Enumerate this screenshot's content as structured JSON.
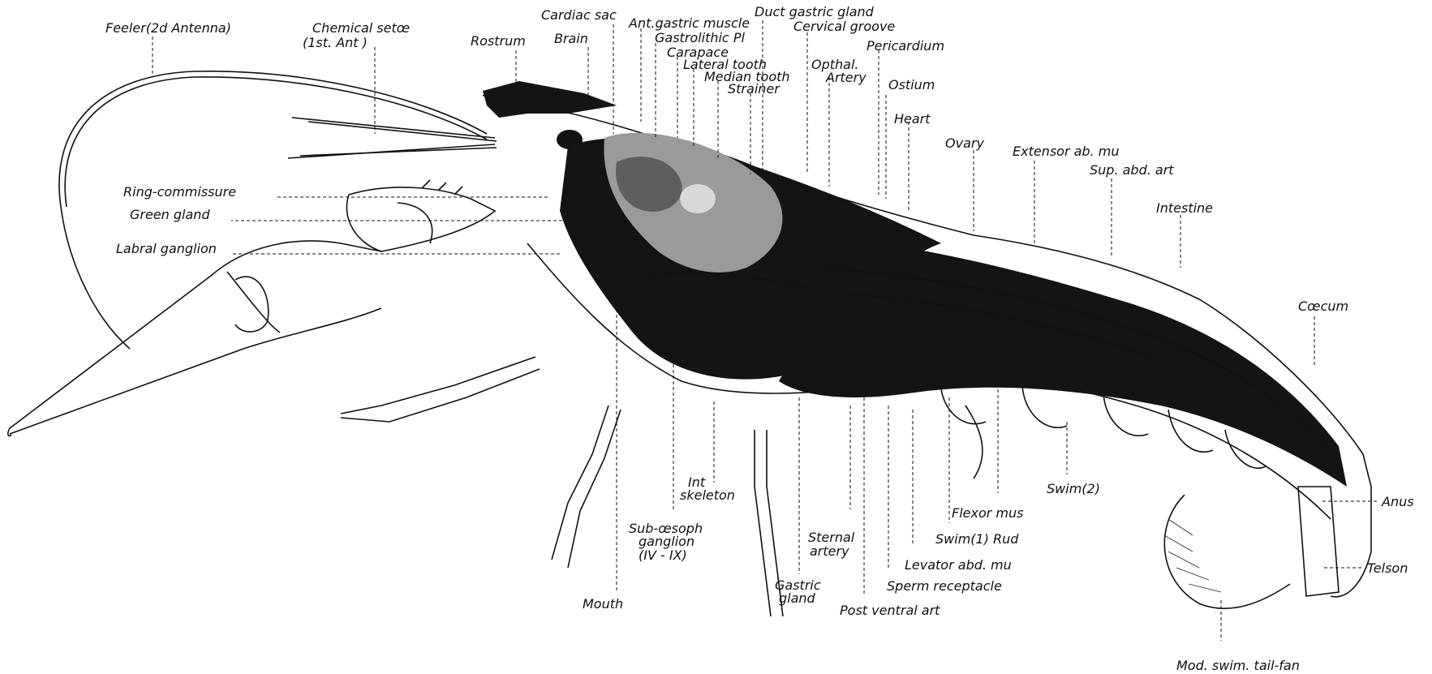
{
  "diagram": {
    "labels": {
      "feeler": "Feeler(2d Antenna)",
      "chemical_setae": "Chemical setœ",
      "chemical_setae_sub": "(1st. Ant )",
      "rostrum": "Rostrum",
      "brain": "Brain",
      "cardiac_sac": "Cardiac sac",
      "ant_gastric_muscle": "Ant.gastric muscle",
      "gastrolithic_pl": "Gastrolithic Pl",
      "carapace": "Carapace",
      "lateral_tooth": "Lateral tooth",
      "median_tooth": "Median tooth",
      "strainer": "Strainer",
      "duct_gastric_gland": "Duct gastric gland",
      "cervical_groove": "Cervical groove",
      "opthal_artery": "Opthal.",
      "opthal_artery_2": "Artery",
      "pericardium": "Pericardium",
      "ostium": "Ostium",
      "heart": "Heart",
      "ovary": "Ovary",
      "extensor": "Extensor ab. mu",
      "sup_abd_art": "Sup. abd. art",
      "intestine": "Intestine",
      "coecum": "Cœcum",
      "anus": "Anus",
      "telson": "Telson",
      "tail_fan": "Mod. swim. tail-fan",
      "swim2": "Swim(2)",
      "flexor": "Flexor mus",
      "swim1": "Swim(1) Rud",
      "levator": "Levator abd. mu",
      "sperm": "Sperm receptacle",
      "post_ventral": "Post ventral art",
      "sternal_artery": "Sternal",
      "sternal_artery_2": "artery",
      "gastric_gland": "Gastric",
      "gastric_gland_2": "gland",
      "int_skeleton": "Int",
      "int_skeleton_2": "skeleton",
      "subesoph": "Sub-œsoph",
      "subesoph_2": "ganglion",
      "subesoph_3": "(IV - IX)",
      "mouth": "Mouth",
      "ring_commissure": "Ring-commissure",
      "green_gland": "Green gland",
      "labral_ganglion": "Labral ganglion"
    }
  }
}
